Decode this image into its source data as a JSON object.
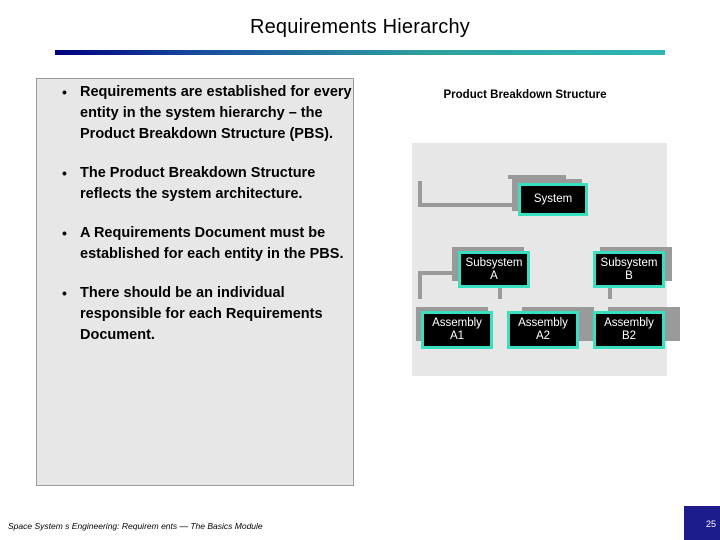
{
  "slide": {
    "title": "Requirements Hierarchy",
    "bullets": [
      {
        "marker": "•",
        "text": "Requirements are established for every entity in the system hierarchy – the Product Breakdown Structure (PBS)."
      },
      {
        "marker": "•",
        "text": "The Product Breakdown Structure reflects the system architecture."
      },
      {
        "marker": "•",
        "text": "A Requirements Document must be established for each entity in the PBS."
      },
      {
        "marker": "•",
        "text": "There should be an individual responsible for each Requirements Document."
      }
    ],
    "diagram": {
      "caption": "Product Breakdown Structure",
      "nodes": [
        {
          "id": "system",
          "label": "System"
        },
        {
          "id": "subsystem-a",
          "label": "Subsystem\nA"
        },
        {
          "id": "subsystem-b",
          "label": "Subsystem\nB"
        },
        {
          "id": "assembly-a1",
          "label": "Assembly\nA1"
        },
        {
          "id": "assembly-a2",
          "label": "Assembly\nA2"
        },
        {
          "id": "assembly-b2",
          "label": "Assembly\nB2"
        }
      ]
    },
    "footer": {
      "source": "Space System s Engineering: Requirem ents — The Basics Module",
      "page": "25"
    },
    "colors": {
      "node_border": "#38e0c0",
      "node_fill": "#000000",
      "panel": "#e7e7e7",
      "rule_start": "#000080",
      "rule_end": "#2fb5b5",
      "footer_bar": "#1c1c8c"
    }
  }
}
